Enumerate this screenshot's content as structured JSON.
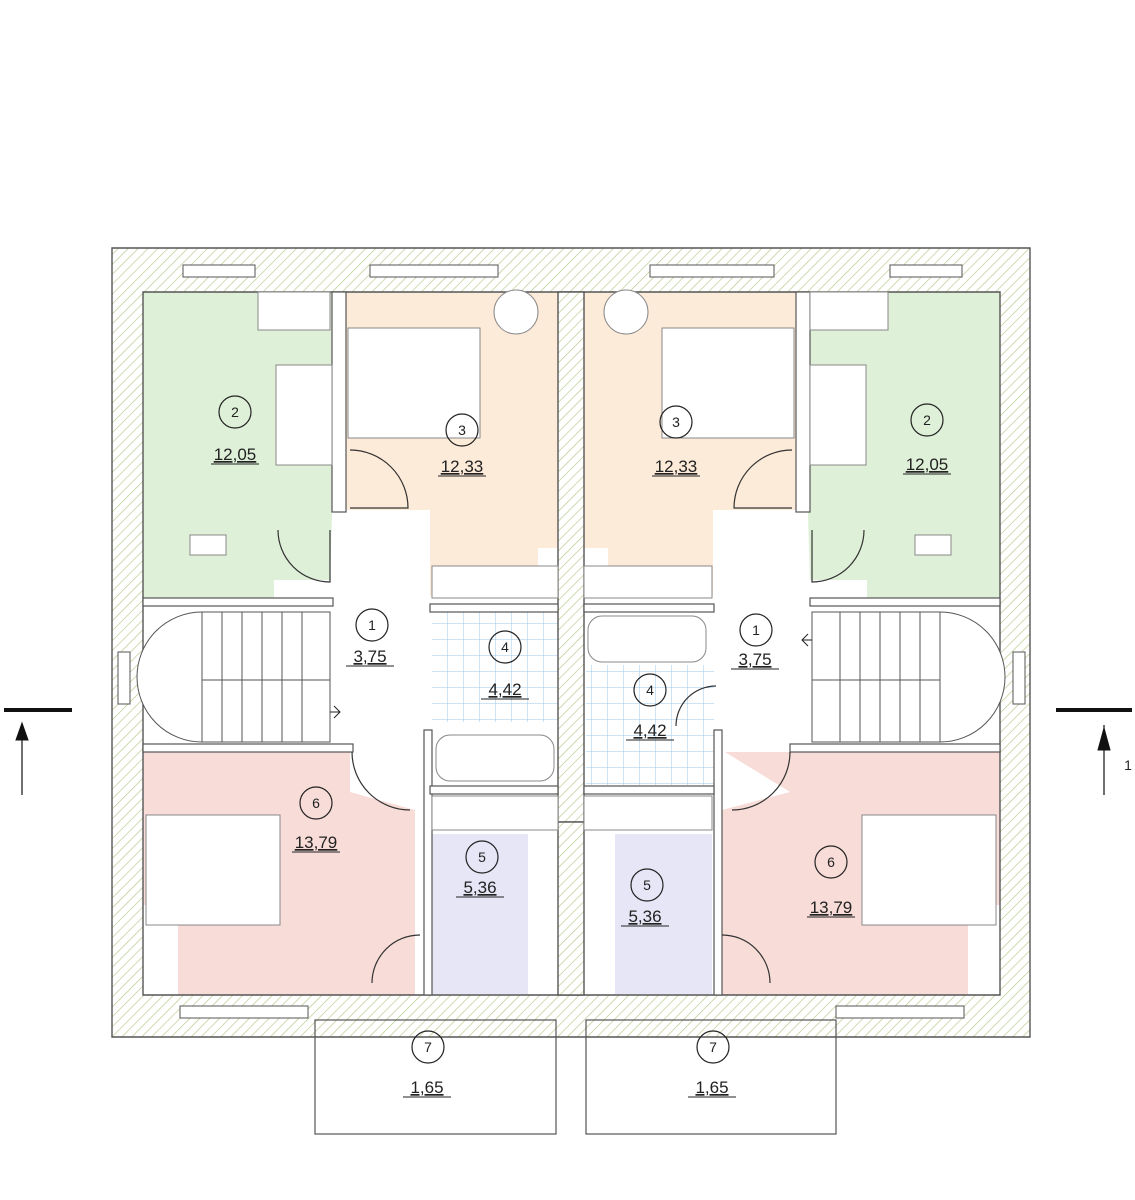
{
  "plan": {
    "section_mark": "1",
    "rooms": [
      {
        "id": "left-2",
        "number": "2",
        "area": "12,05"
      },
      {
        "id": "left-3",
        "number": "3",
        "area": "12,33"
      },
      {
        "id": "left-1",
        "number": "1",
        "area": "3,75"
      },
      {
        "id": "left-4",
        "number": "4",
        "area": "4,42"
      },
      {
        "id": "left-6",
        "number": "6",
        "area": "13,79"
      },
      {
        "id": "left-5",
        "number": "5",
        "area": "5,36"
      },
      {
        "id": "left-7",
        "number": "7",
        "area": "1,65"
      },
      {
        "id": "right-3",
        "number": "3",
        "area": "12,33"
      },
      {
        "id": "right-2",
        "number": "2",
        "area": "12,05"
      },
      {
        "id": "right-1",
        "number": "1",
        "area": "3,75"
      },
      {
        "id": "right-4",
        "number": "4",
        "area": "4,42"
      },
      {
        "id": "right-6",
        "number": "6",
        "area": "13,79"
      },
      {
        "id": "right-5",
        "number": "5",
        "area": "5,36"
      },
      {
        "id": "right-7",
        "number": "7",
        "area": "1,65"
      }
    ],
    "colors": {
      "green_room": "#dff0d8",
      "peach_room": "#fdebd9",
      "pink_room": "#f8dcd8",
      "lavender_room": "#e6e6f7",
      "bath_tile": "#9ec7e8",
      "wall_hatch": "#b6c98a",
      "wall_line": "#555555"
    }
  }
}
